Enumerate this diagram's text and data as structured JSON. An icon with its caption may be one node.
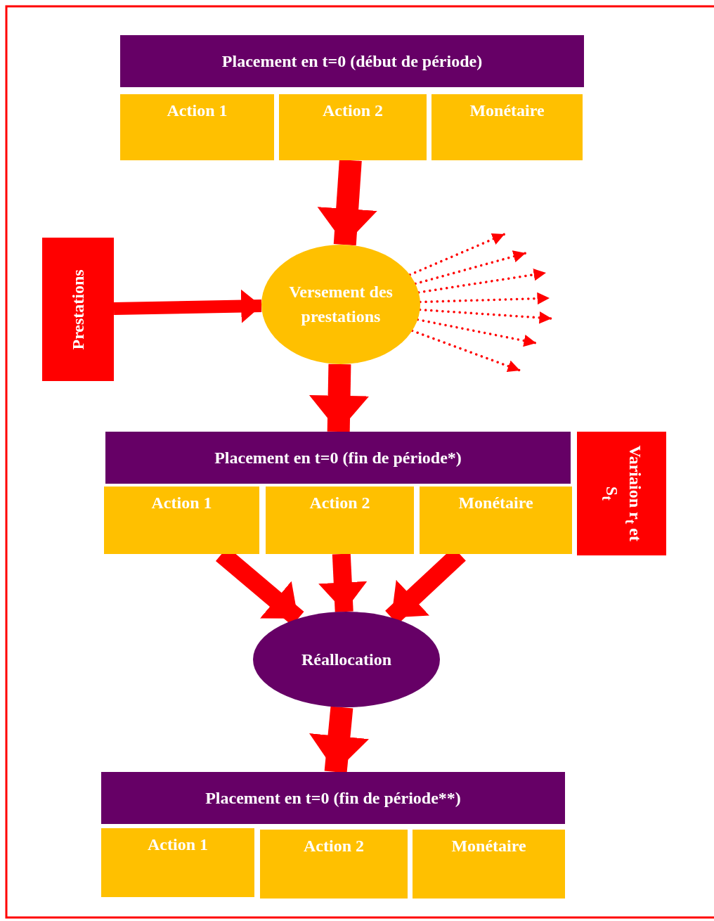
{
  "diagram": {
    "nodes": [
      {
        "text": [
          "Placement en t=0 (début de période)"
        ]
      },
      {
        "text": [
          "Action 1"
        ]
      },
      {
        "text": [
          "Action 2"
        ]
      },
      {
        "text": [
          "Monétaire"
        ]
      },
      {
        "text": [
          "Prestations"
        ]
      },
      {
        "text": [
          "Versement des prestations"
        ]
      },
      {
        "text": [
          "Placement en t=0 (fin de période*)"
        ]
      },
      {
        "text": [
          "Action 1"
        ]
      },
      {
        "text": [
          "Action 2"
        ]
      },
      {
        "text": [
          "Monétaire"
        ]
      },
      {
        "text": [
          "Variaion r$_{t}$ et S$_{t}$"
        ]
      },
      {
        "text": [
          "Réallocation"
        ]
      },
      {
        "text": [
          "Placement en t=0 (fin de période**)"
        ]
      },
      {
        "text": [
          "Action 1"
        ]
      },
      {
        "text": [
          "Action 2"
        ]
      },
      {
        "text": [
          "Monétaire"
        ]
      }
    ],
    "edges": [
      {
        "from": 2,
        "to": 5,
        "arrow": "to",
        "style": "thick"
      },
      {
        "from": 4,
        "to": 5,
        "arrow": "to",
        "style": "thick"
      },
      {
        "from": 5,
        "to": null,
        "arrow": "to",
        "style": "dashed"
      },
      {
        "from": 5,
        "to": null,
        "arrow": "to",
        "style": "dashed"
      },
      {
        "from": 5,
        "to": null,
        "arrow": "to",
        "style": "dashed"
      },
      {
        "from": 5,
        "to": null,
        "arrow": "to",
        "style": "dashed"
      },
      {
        "from": 5,
        "to": null,
        "arrow": "to",
        "style": "dashed"
      },
      {
        "from": 5,
        "to": null,
        "arrow": "to",
        "style": "dashed"
      },
      {
        "from": 5,
        "to": null,
        "arrow": "to",
        "style": "dashed"
      },
      {
        "from": 5,
        "to": 6,
        "arrow": "to",
        "style": "thick"
      },
      {
        "from": 7,
        "to": 11,
        "arrow": "to",
        "style": "thick"
      },
      {
        "from": 8,
        "to": 11,
        "arrow": "to",
        "style": "thick"
      },
      {
        "from": 9,
        "to": 11,
        "arrow": "to",
        "style": "thick"
      },
      {
        "from": 11,
        "to": 12,
        "arrow": "to",
        "style": "thick"
      }
    ]
  }
}
